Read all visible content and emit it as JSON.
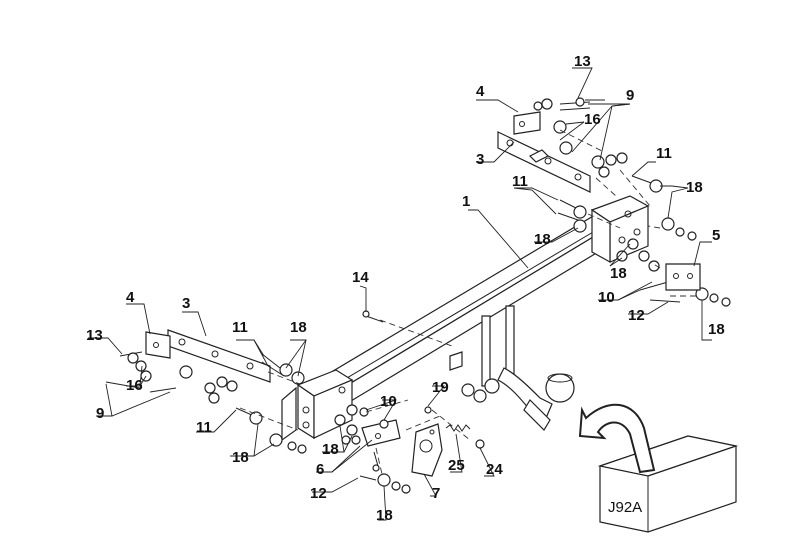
{
  "labels": {
    "l1": "1",
    "l3_top": "3",
    "l4_top": "4",
    "l13_top": "13",
    "l9_top": "9",
    "l16_top": "16",
    "l11_top": "11",
    "l18_top": "18",
    "l11_mid": "11",
    "l18_mid": "18",
    "l5": "5",
    "l18_mid2": "18",
    "l10_right": "10",
    "l12_right": "12",
    "l18_right": "18",
    "l14": "14",
    "l4_left": "4",
    "l3_left": "3",
    "l13_left": "13",
    "l16_left": "16",
    "l9_left": "9",
    "l11_left": "11",
    "l18_left": "18",
    "l11_lower": "11",
    "l18_lower": "18",
    "l18_lower2": "18",
    "l6": "6",
    "l10_lower": "10",
    "l19": "19",
    "l12_lower": "12",
    "l18_bottom": "18",
    "l7": "7",
    "l25": "25",
    "l24": "24"
  },
  "box_label": "J92A"
}
